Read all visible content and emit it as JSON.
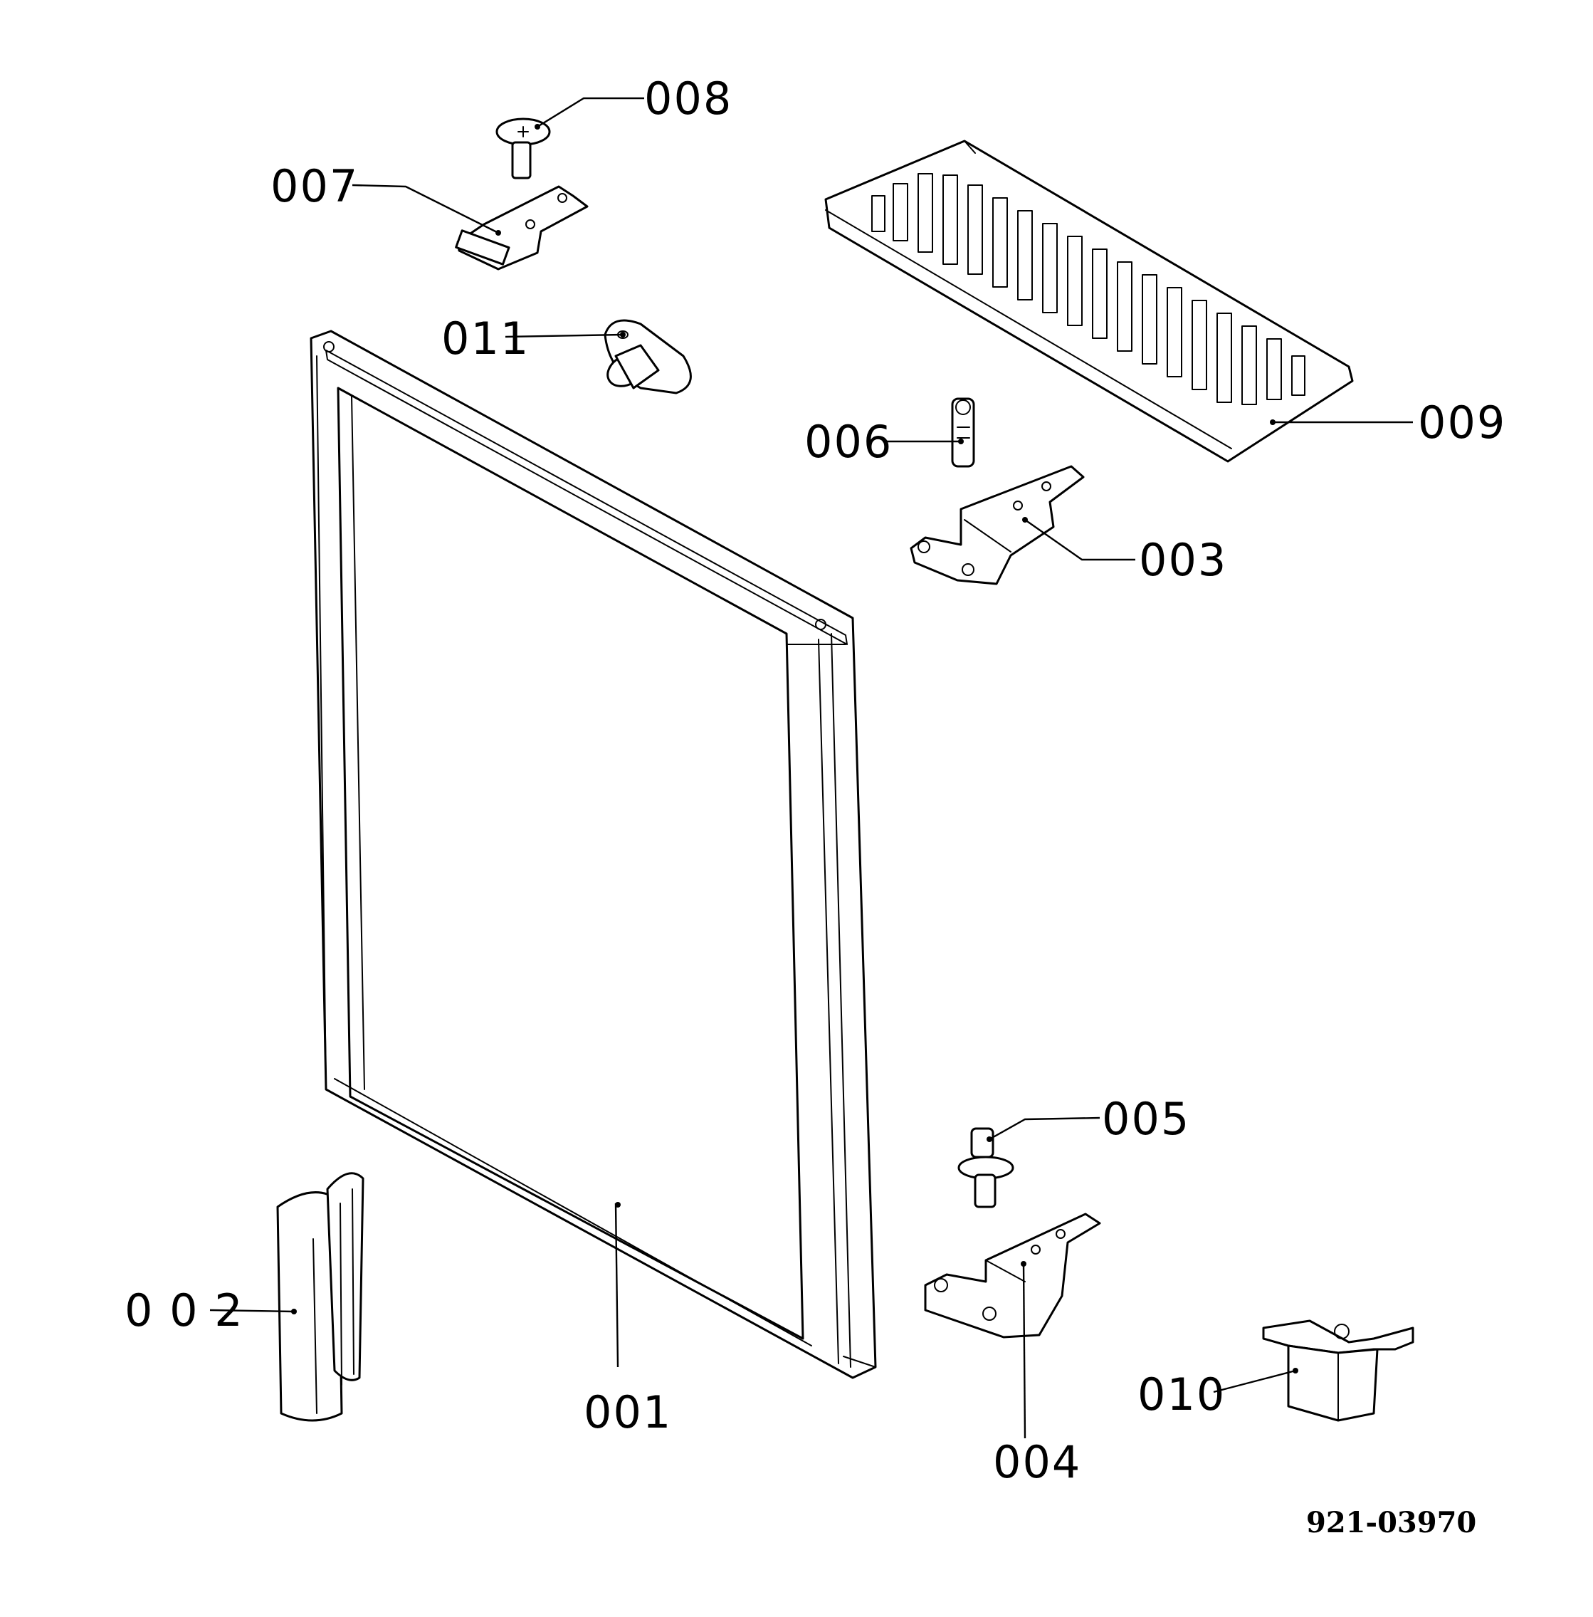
{
  "callouts": [
    {
      "id": "p001",
      "label": "001"
    },
    {
      "id": "p002",
      "label": "0 0 2"
    },
    {
      "id": "p003",
      "label": "003"
    },
    {
      "id": "p004",
      "label": "004"
    },
    {
      "id": "p005",
      "label": "005"
    },
    {
      "id": "p006",
      "label": "006"
    },
    {
      "id": "p007",
      "label": "007"
    },
    {
      "id": "p008",
      "label": "008"
    },
    {
      "id": "p009",
      "label": "009"
    },
    {
      "id": "p010",
      "label": "010"
    },
    {
      "id": "p011",
      "label": "011"
    }
  ],
  "document_number": "921-03970"
}
